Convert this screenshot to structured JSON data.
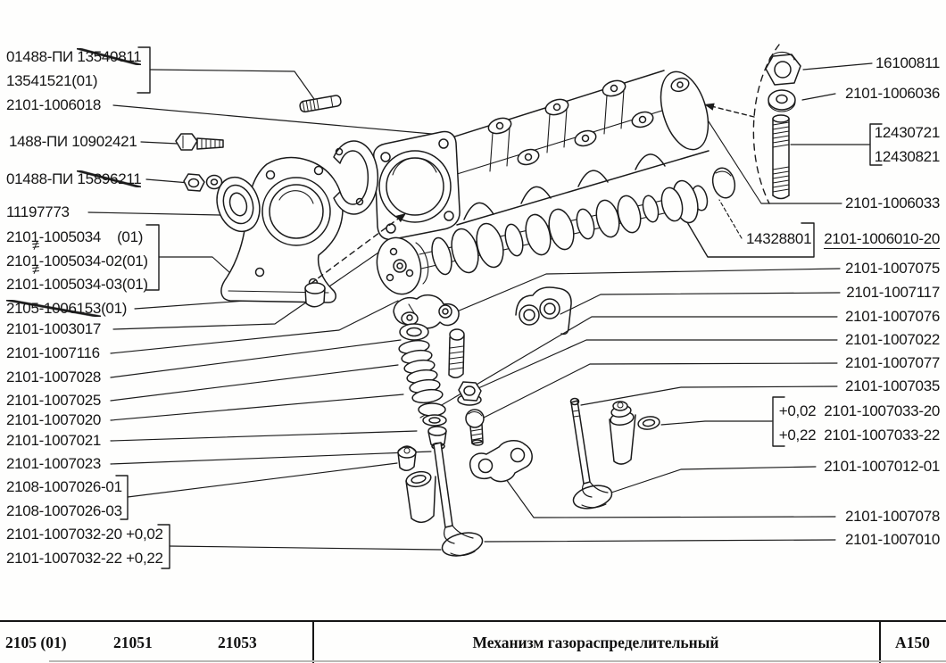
{
  "left": [
    {
      "t": "01488-ПИ",
      "s": "13540811"
    },
    {
      "t": "13541521(01)"
    },
    {
      "t": "2101-1006018"
    },
    {
      "t": "1488-ПИ 10902421"
    },
    {
      "t": "01488-ПИ",
      "s": "15896211"
    },
    {
      "t": "11197773"
    },
    {
      "t": "2101-1005034",
      "x": "(01)"
    },
    {
      "t": "2101-1005034-02(01)"
    },
    {
      "t": "2101-1005034-03(01)"
    },
    {
      "s": "2105-1006153",
      "x": "(01)"
    },
    {
      "t": "2101-1003017"
    },
    {
      "t": "2101-1007116"
    },
    {
      "t": "2101-1007028"
    },
    {
      "t": "2101-1007025"
    },
    {
      "t": "2101-1007020"
    },
    {
      "t": "2101-1007021"
    },
    {
      "t": "2101-1007023"
    },
    {
      "t": "2108-1007026-01"
    },
    {
      "t": "2108-1007026-03"
    },
    {
      "t": "2101-1007032-20 +0,02"
    },
    {
      "t": "2101-1007032-22 +0,22"
    }
  ],
  "right": [
    {
      "t": "16100811"
    },
    {
      "t": "2101-1006036"
    },
    {
      "t": "12430721"
    },
    {
      "t": "12430821"
    },
    {
      "t": "2101-1006033"
    },
    {
      "t": "14328801"
    },
    {
      "t": "2101-1006010-20"
    },
    {
      "t": "2101-1007075"
    },
    {
      "t": "2101-1007117"
    },
    {
      "t": "2101-1007076"
    },
    {
      "t": "2101-1007022"
    },
    {
      "t": "2101-1007077"
    },
    {
      "t": "2101-1007035"
    },
    {
      "tol": "+0,02",
      "t": "2101-1007033-20"
    },
    {
      "tol": "+0,22",
      "t": "2101-1007033-22"
    },
    {
      "t": "2101-1007012-01"
    },
    {
      "t": "2101-1007078"
    },
    {
      "t": "2101-1007010"
    }
  ],
  "symbols": {
    "not_equal": "≠"
  },
  "footer": {
    "models": [
      "2105 (01)",
      "21051",
      "21053"
    ],
    "title": "Механизм газораспределительный",
    "page_code": "А150"
  }
}
